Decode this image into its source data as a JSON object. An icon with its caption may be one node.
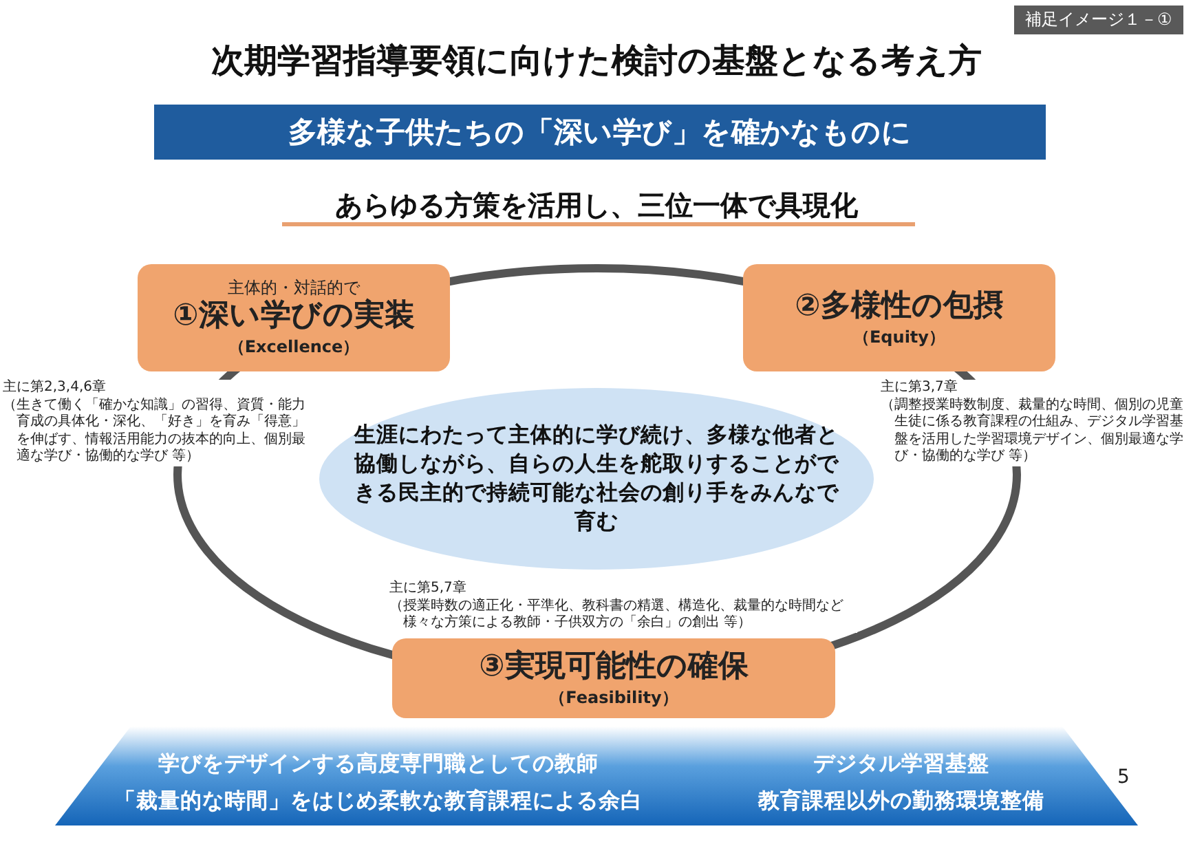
{
  "diagram": {
    "title": "次期学習指導要領に向けた検討の基盤となる考え方",
    "nodes": [
      {
        "text": [
          "多様な子供たちの「深い学び」を確かなものに"
        ]
      },
      {
        "text": [
          "主体的・対話的で",
          "①深い学びの実装",
          "（Excellence）"
        ],
        "beside": [
          "主に第2,3,4,6章",
          "（生きて働く「確かな知識」の習得、資質・能力育成の具体化・深化、「好き」を育み「得意」を伸ばす、情報活用能力の抜本的向上、個別最適な学び・協働的な学び 等）"
        ]
      },
      {
        "text": [
          "②多様性の包摂",
          "（Equity）"
        ],
        "beside": [
          "主に第3,7章",
          "（調整授業時数制度、裁量的な時間、個別の児童生徒に係る教育課程の仕組み、デジタル学習基盤を活用した学習環境デザイン、個別最適な学び・協働的な学び 等）"
        ]
      },
      {
        "text": [
          "生涯にわたって主体的に学び続け、多様な他者と協働しながら、自らの人生を舵取りすることができる民主的で持続可能な社会の創り手をみんなで育む"
        ]
      },
      {
        "text": [
          "③実現可能性の確保",
          "（Feasibility）"
        ],
        "beside": [
          "主に第5,7章",
          "（授業時数の適正化・平準化、教科書の精選、構造化、裁量的な時間など様々な方策による教師・子供双方の「余白」の創出 等）"
        ]
      },
      {
        "text": [
          "学びをデザインする高度専門職としての教師",
          "デジタル学習基盤",
          "「裁量的な時間」をはじめ柔軟な教育課程による余白",
          "教育課程以外の勤務環境整備"
        ]
      }
    ],
    "labels": [
      "補足イメージ１－①",
      "あらゆる方策を活用し、三位一体で具現化",
      "5"
    ]
  }
}
